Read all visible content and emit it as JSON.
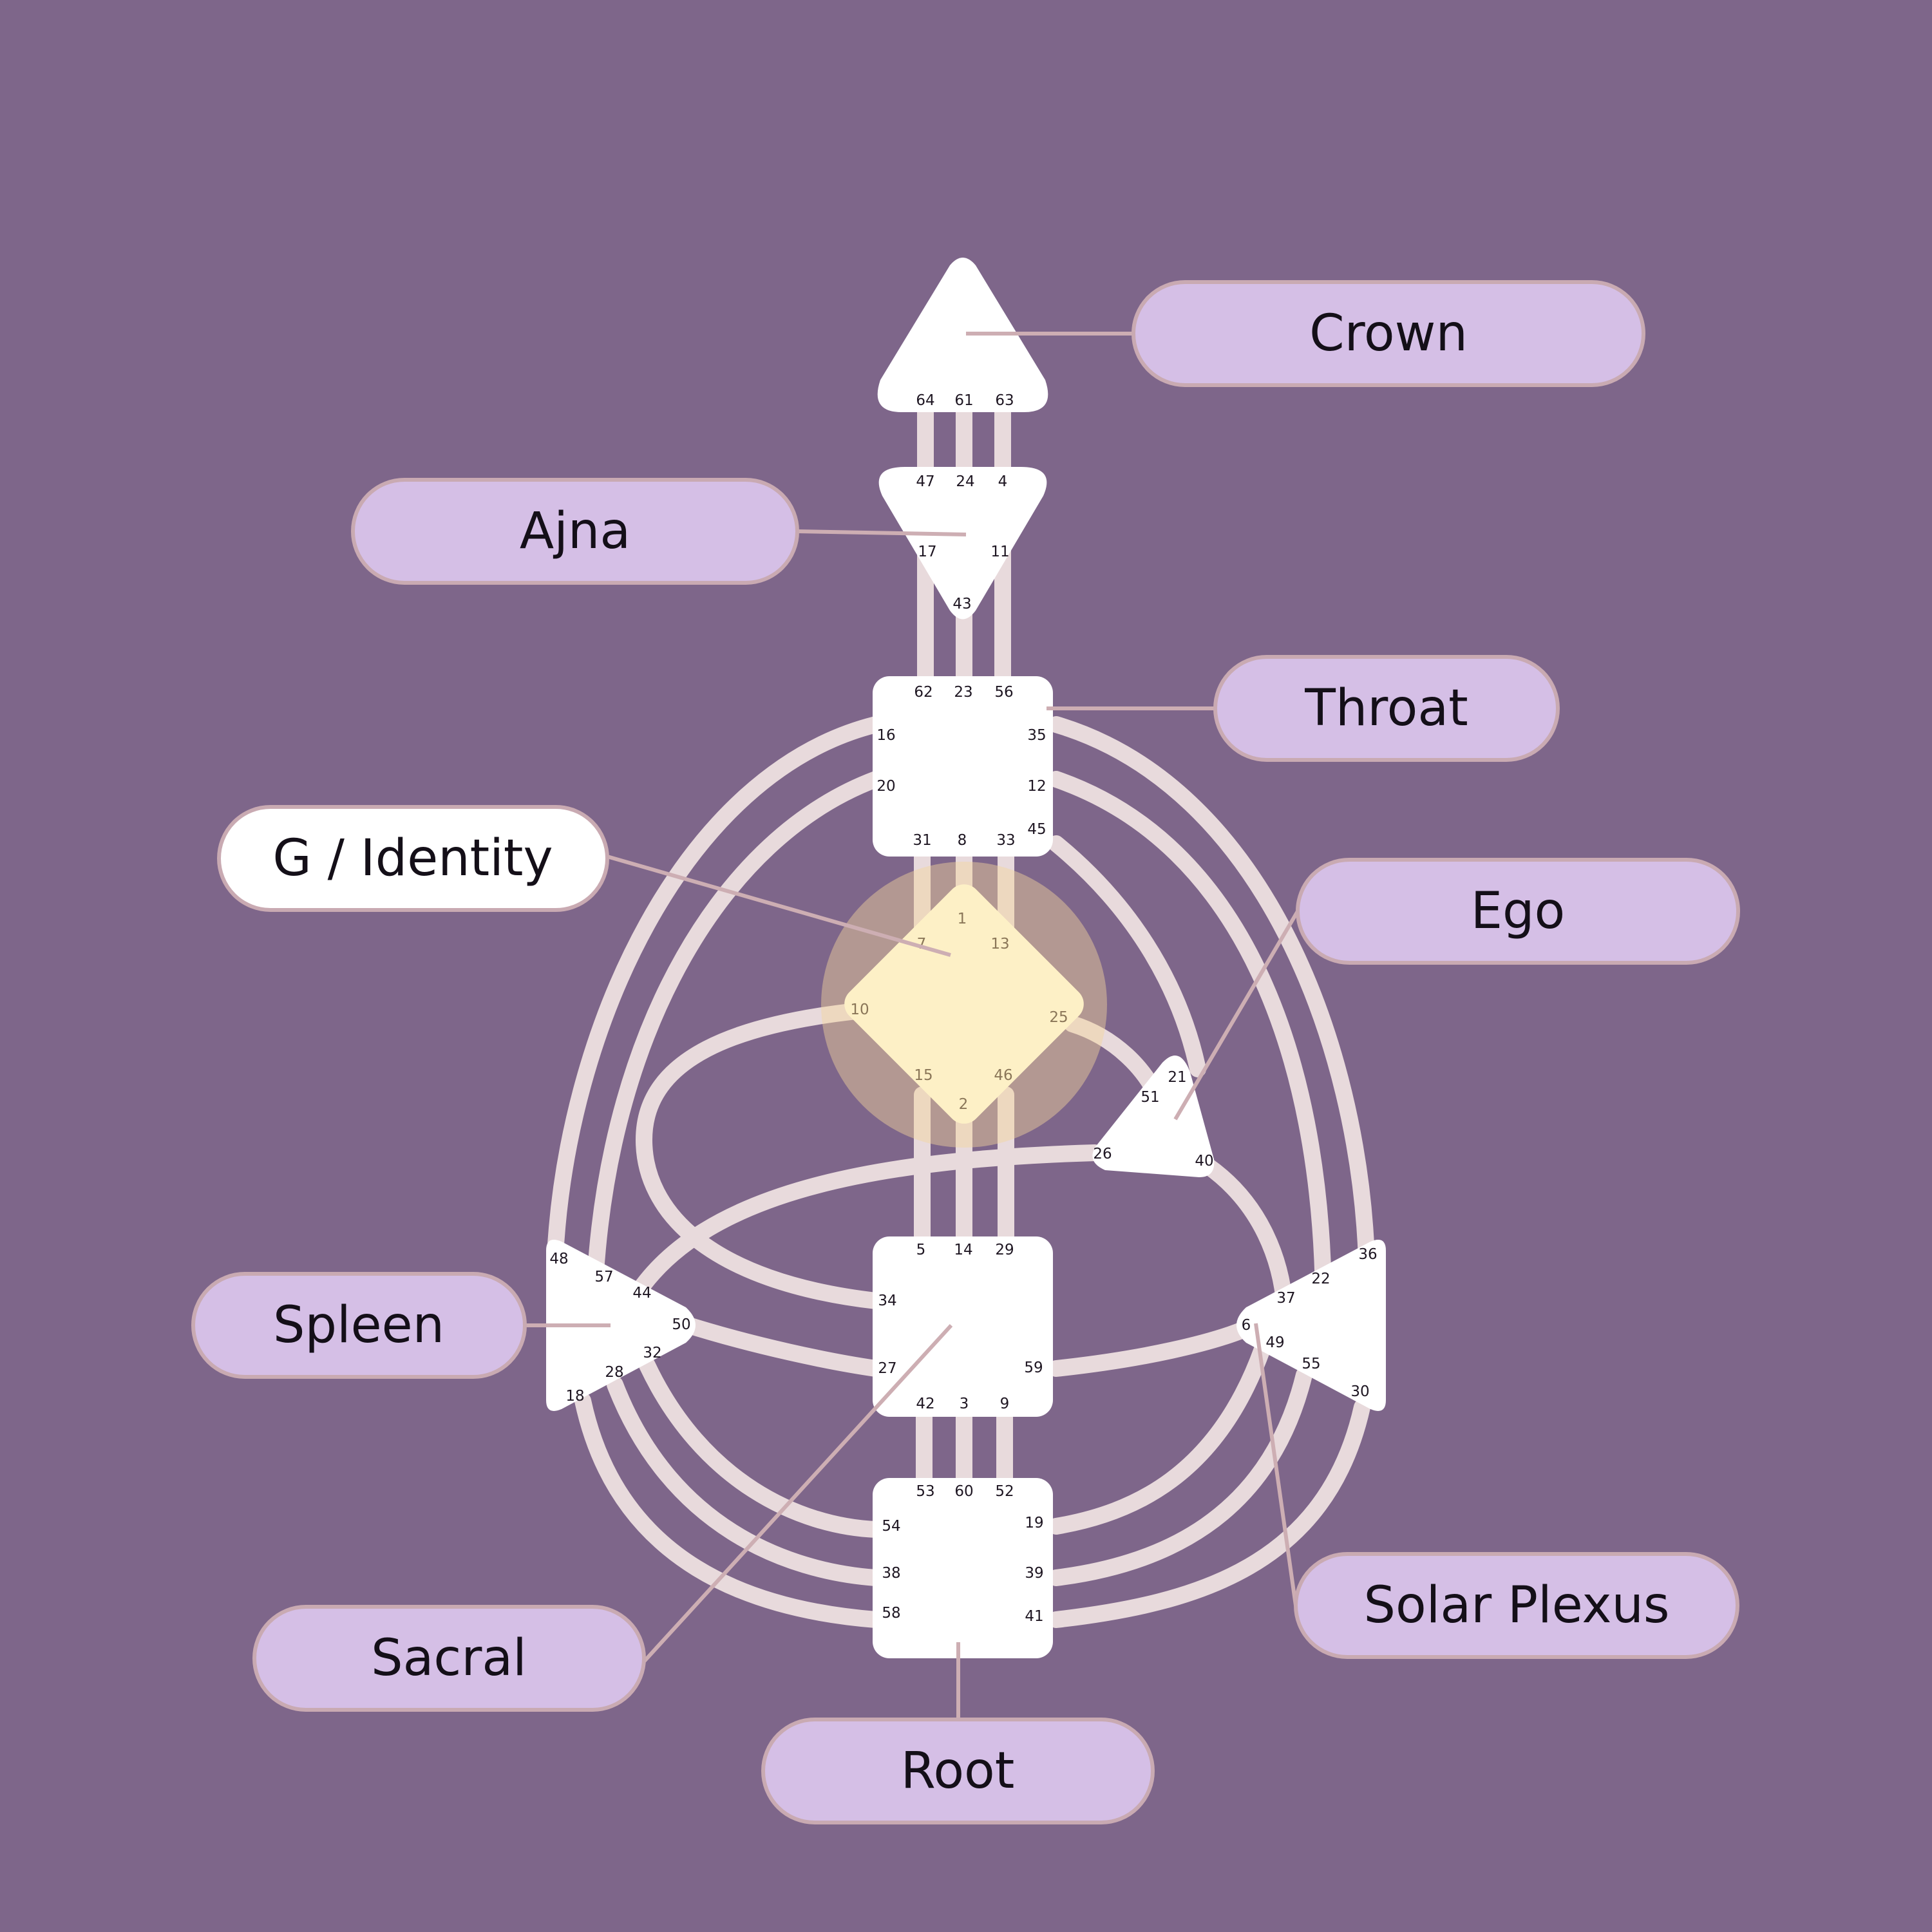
{
  "colors": {
    "background": "#7e668a",
    "channel": "#e8dadc",
    "center_fill": "#ffffff",
    "label_fill": "#d5bfe6",
    "label_fill_active": "#ffffff",
    "label_border": "#c9aab2",
    "leader_line": "#cdaeb3",
    "highlight_glow": "#f4d49c",
    "highlight_fill": "#fdf0c6"
  },
  "labels": {
    "crown": "Crown",
    "ajna": "Ajna",
    "throat": "Throat",
    "g_identity": "G / Identity",
    "ego": "Ego",
    "spleen": "Spleen",
    "solar_plexus": "Solar Plexus",
    "sacral": "Sacral",
    "root": "Root"
  },
  "highlighted_center": "g_identity",
  "centers": {
    "crown": {
      "gates": [
        "64",
        "61",
        "63"
      ]
    },
    "ajna": {
      "gates": [
        "47",
        "24",
        "4",
        "17",
        "11",
        "43"
      ]
    },
    "throat": {
      "gates": [
        "62",
        "23",
        "56",
        "16",
        "35",
        "20",
        "12",
        "45",
        "31",
        "8",
        "33"
      ]
    },
    "g_identity": {
      "gates": [
        "1",
        "7",
        "13",
        "10",
        "25",
        "15",
        "46",
        "2"
      ]
    },
    "ego": {
      "gates": [
        "21",
        "51",
        "26",
        "40"
      ]
    },
    "sacral": {
      "gates": [
        "5",
        "14",
        "29",
        "34",
        "27",
        "59",
        "42",
        "3",
        "9"
      ]
    },
    "spleen": {
      "gates": [
        "48",
        "57",
        "44",
        "50",
        "32",
        "28",
        "18"
      ]
    },
    "solar_plexus": {
      "gates": [
        "36",
        "22",
        "37",
        "6",
        "49",
        "55",
        "30"
      ]
    },
    "root": {
      "gates": [
        "53",
        "60",
        "52",
        "54",
        "19",
        "38",
        "39",
        "58",
        "41"
      ]
    }
  }
}
